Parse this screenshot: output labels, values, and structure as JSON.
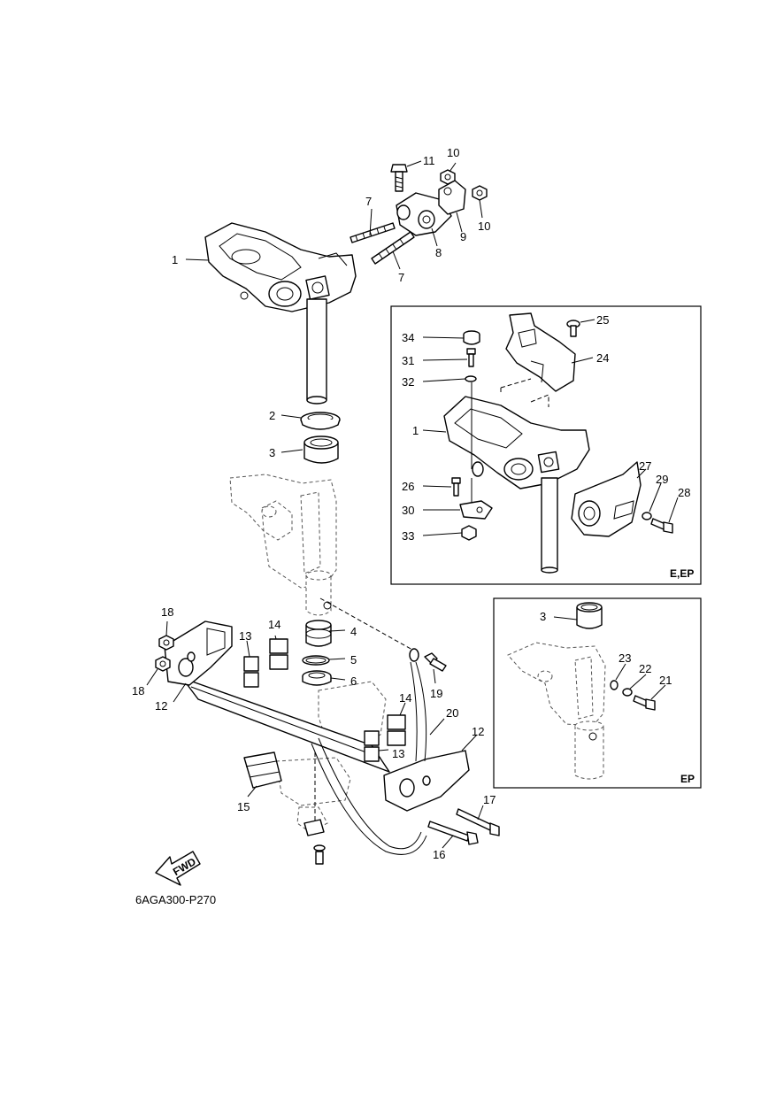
{
  "diagram": {
    "drawing_code": "6AGA300-P270",
    "fwd_label": "FWD",
    "inset_labels": [
      "E,EP",
      "EP"
    ],
    "callouts": [
      "1",
      "2",
      "3",
      "4",
      "5",
      "6",
      "7",
      "7",
      "8",
      "9",
      "10",
      "10",
      "11",
      "12",
      "12",
      "13",
      "13",
      "14",
      "14",
      "15",
      "16",
      "17",
      "18",
      "18",
      "19",
      "20",
      "34",
      "31",
      "32",
      "1",
      "26",
      "30",
      "33",
      "25",
      "24",
      "27",
      "29",
      "28",
      "3",
      "23",
      "22",
      "21"
    ]
  }
}
